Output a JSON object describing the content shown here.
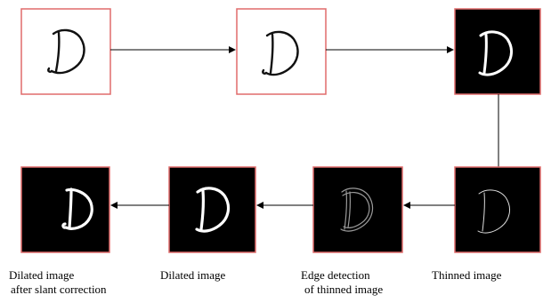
{
  "diagram": {
    "panels": [
      {
        "id": "original",
        "background": "#ffffff",
        "border": "#e06b6b",
        "glyph": "D",
        "style": "dark-stroke"
      },
      {
        "id": "slant-corrected",
        "background": "#ffffff",
        "border": "#e06b6b",
        "glyph": "D",
        "style": "dark-stroke"
      },
      {
        "id": "binarized",
        "background": "#000000",
        "border": "#e06b6b",
        "glyph": "D",
        "style": "white-stroke"
      },
      {
        "id": "thinned",
        "background": "#000000",
        "border": "#e06b6b",
        "glyph": "D",
        "style": "thin-stroke"
      },
      {
        "id": "edge-detection",
        "background": "#000000",
        "border": "#e06b6b",
        "glyph": "D",
        "style": "edge-stroke"
      },
      {
        "id": "dilated",
        "background": "#000000",
        "border": "#e06b6b",
        "glyph": "D",
        "style": "white-stroke"
      },
      {
        "id": "dilated-slant",
        "background": "#000000",
        "border": "#e06b6b",
        "glyph": "D",
        "style": "white-stroke-upright"
      }
    ],
    "captions": {
      "thinned": [
        "Thinned image"
      ],
      "edge_detection": [
        "Edge detection",
        "of thinned image"
      ],
      "dilated": [
        "Dilated image"
      ],
      "dilated_slant": [
        "Dilated image",
        "after slant correction"
      ]
    },
    "colors": {
      "border": "#e06b6b",
      "arrow": "#000000",
      "stroke_dark": "#111111",
      "stroke_light": "#ffffff",
      "stroke_edge": "#9a9a9a"
    }
  }
}
